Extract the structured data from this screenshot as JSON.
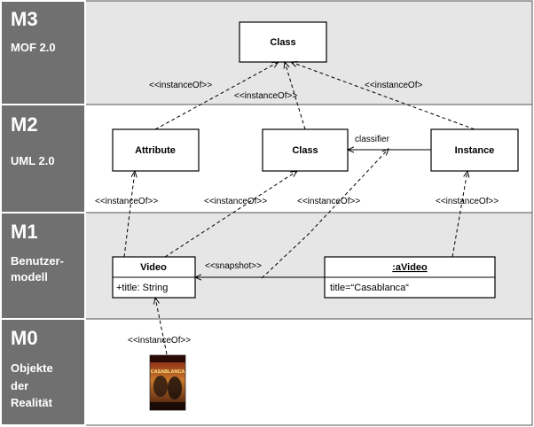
{
  "layers": [
    {
      "name": "M3",
      "sub": [
        "MOF 2.0"
      ]
    },
    {
      "name": "M2",
      "sub": [
        "UML 2.0"
      ]
    },
    {
      "name": "M1",
      "sub": [
        "Benutzer-",
        "modell"
      ]
    },
    {
      "name": "M0",
      "sub": [
        "Objekte",
        "der",
        "Realität"
      ]
    }
  ],
  "classes": {
    "m3_class": "Class",
    "attribute": "Attribute",
    "m2_class": "Class",
    "instance": "Instance",
    "video": "Video",
    "video_attr": "+title: String",
    "avideo": ":aVideo",
    "avideo_attr": "title=“Casablanca“"
  },
  "edge_labels": {
    "attr_to_class": "<<instanceOf>>",
    "class_to_class": "<<instanceOf>>",
    "instance_to_class": "<<instanceOf>",
    "classifier": "classifier",
    "video_to_attribute": "<<instanceOf>>",
    "video_to_class": "<<instanceOf>>",
    "snapshot_to_class": "<<instanceOf>>",
    "avideo_to_instance": "<<instanceOf>>",
    "snapshot": "<<snapshot>>",
    "poster_to_video": "<<instanceOf>>"
  },
  "poster": {
    "title": "CASABLANCA"
  },
  "colors": {
    "sidebar": "#707070",
    "band_grey": "#e6e6e6",
    "band_white": "#ffffff"
  }
}
